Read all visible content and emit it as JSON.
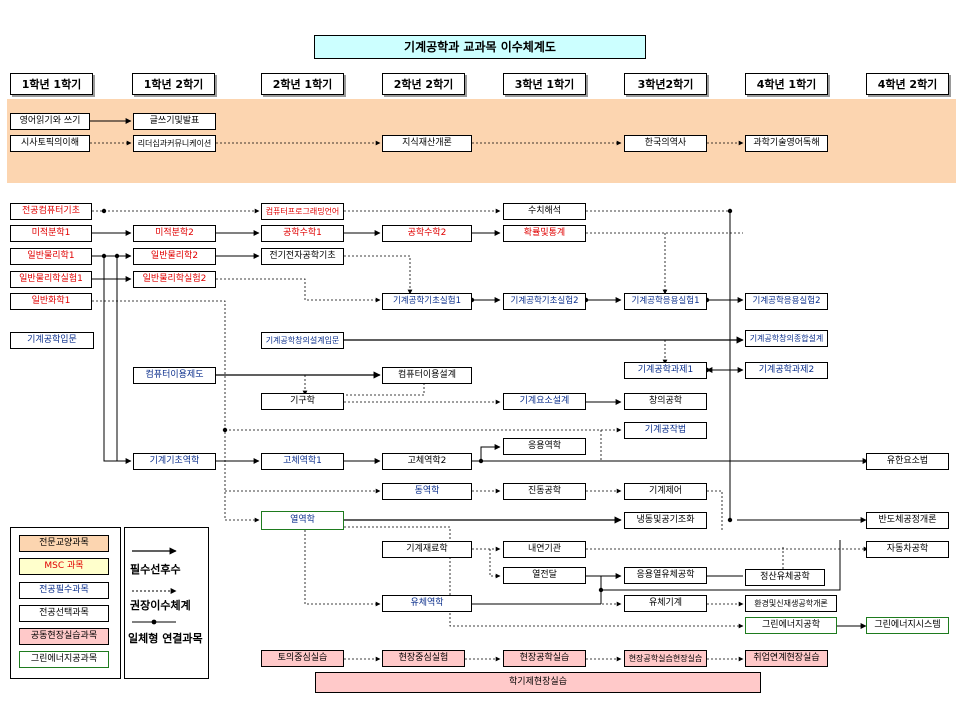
{
  "title": "기계공학과 교과목 이수체계도",
  "semesters": [
    "1학년 1학기",
    "1학년 2학기",
    "2학년 1학기",
    "2학년 2학기",
    "3학년 1학기",
    "3학년2학기",
    "4학년 1학기",
    "4학년 2학기"
  ],
  "liberal_courses": {
    "eng_read_write": "영어읽기와 쓰기",
    "writing_speech": "글쓰기및발표",
    "current_affairs": "시사토픽의이해",
    "leadership": "리더십과커뮤니케이션",
    "intellectual_property": "지식재산개론",
    "korean_history": "한국의역사",
    "sci_eng_reading": "과학기술영어독해"
  },
  "courses": {
    "intro_computer": "전공컴퓨터기초",
    "computer_prog": "컴퓨터프로그래밍언어",
    "numerical_analysis": "수치해석",
    "calculus1": "미적분학1",
    "calculus2": "미적분학2",
    "eng_math1": "공학수학1",
    "eng_math2": "공학수학2",
    "probability_stats": "확률및통계",
    "physics1": "일반물리학1",
    "physics2": "일반물리학2",
    "electrical_eng": "전기전자공학기초",
    "physics_lab1": "일반물리학실험1",
    "physics_lab2": "일반물리학실험2",
    "chemistry1": "일반화학1",
    "mech_lab1": "기계공학기초실험1",
    "mech_lab2": "기계공학기초실험2",
    "mech_applied_lab1": "기계공학응용실험1",
    "mech_applied_lab2": "기계공학응용실험2",
    "intro_mech": "기계공학입문",
    "creative_design_intro": "기계공학창의설계입문",
    "creative_design_comp": "기계공학창의종합설계",
    "capstone1": "기계공학과제1",
    "capstone2": "기계공학과제2",
    "cad": "컴퓨터이용제도",
    "cad_design": "컴퓨터이용설계",
    "mechanism": "기구학",
    "machine_elements": "기계요소설계",
    "creative_eng": "창의공학",
    "mech_dept_design": "기계공작법",
    "statics": "기계기초역학",
    "solid_mechanics1": "고체역학1",
    "solid_mechanics2": "고체역학2",
    "applied_mechanics": "응용역학",
    "fem": "유한요소법",
    "dynamics": "동역학",
    "vibration": "진동공학",
    "control": "기계제어",
    "thermodynamics": "열역학",
    "fluid_heat": "냉동및공기조화",
    "semiconductor": "반도체공정개론",
    "materials": "기계재료학",
    "ic_engine": "내연기관",
    "automotive": "자동차공학",
    "heat_transfer": "열전달",
    "applied_fluid": "응용열유체공학",
    "precision_fluid": "정산유체공학",
    "fluid_mechanics": "유체역학",
    "fluid_machinery": "유체기계",
    "env_energy": "환경및신재생공학개론",
    "green_energy": "그린에너지공학",
    "green_energy_sys": "그린에너지시스템",
    "field_practice": "토의중심실습",
    "industry_practice": "현장중심실험",
    "industry_lab": "현장공학실습",
    "field_combined": "현장공학실습현장실습",
    "employment_practice": "취업연계현장실습",
    "semester_practice": "학기제현장실습"
  },
  "legend": {
    "general": "전문교양과목",
    "msc": "MSC 과목",
    "major_required": "전공필수과목",
    "major_elective": "전공선택과목",
    "joint_practice": "공동현장실습과목",
    "green_energy": "그린에너지공과목",
    "prereq": "필수선후수",
    "recommended": "권장이수체계",
    "integrated": "일체형 연결과목"
  }
}
